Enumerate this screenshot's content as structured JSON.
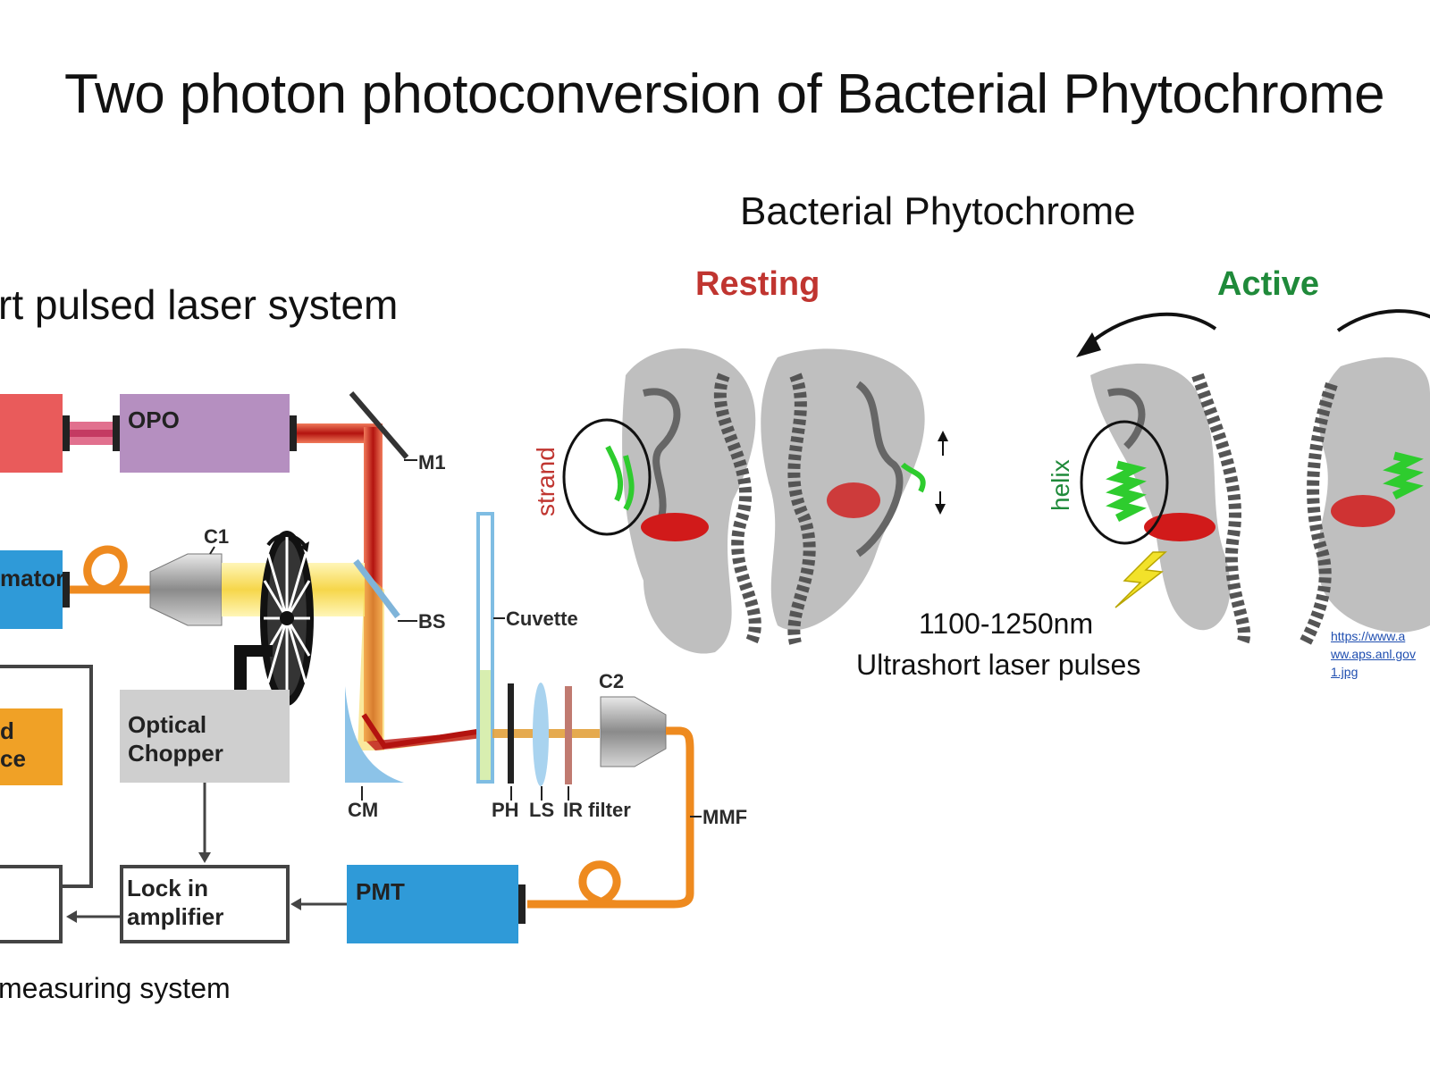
{
  "slide": {
    "title": "Two photon photoconversion of Bacterial Phytochrome",
    "left_heading": "rt pulsed laser system",
    "right_heading": "Bacterial Phytochrome",
    "bottom_caption": "measuring system",
    "wavelength": "1100-1250nm",
    "pulses": "Ultrashort laser pulses",
    "link_lines": [
      "https://www.a",
      "ww.aps.anl.gov",
      "1.jpg"
    ]
  },
  "setup": {
    "opo": "OPO",
    "c1": "C1",
    "m1": "M1",
    "bs": "BS",
    "cuvette": "Cuvette",
    "collimator": "mator",
    "c2": "C2",
    "pd_line1": "d",
    "pd_line2": "ce",
    "chopper_line1": "Optical",
    "chopper_line2": "Chopper",
    "cm": "CM",
    "ph": "PH",
    "ls": "LS",
    "ir_filter": "IR filter",
    "mmf": "MMF",
    "lockin_line1": "Lock in",
    "lockin_line2": "amplifier",
    "pmt": "PMT"
  },
  "protein": {
    "resting": "Resting",
    "active": "Active",
    "strand": "strand",
    "helix": "helix"
  },
  "colors": {
    "laser_red": "#c0201c",
    "fiber_orange": "#ee8a1f",
    "yellow_beam": "#f7e26a",
    "opo_purple": "#b58fc0",
    "pmt_blue": "#2f9ad8",
    "laser_box": "#e95b5b",
    "resting_red": "#c03530",
    "active_green": "#1f8a3a",
    "link_blue": "#1f4eb0"
  }
}
